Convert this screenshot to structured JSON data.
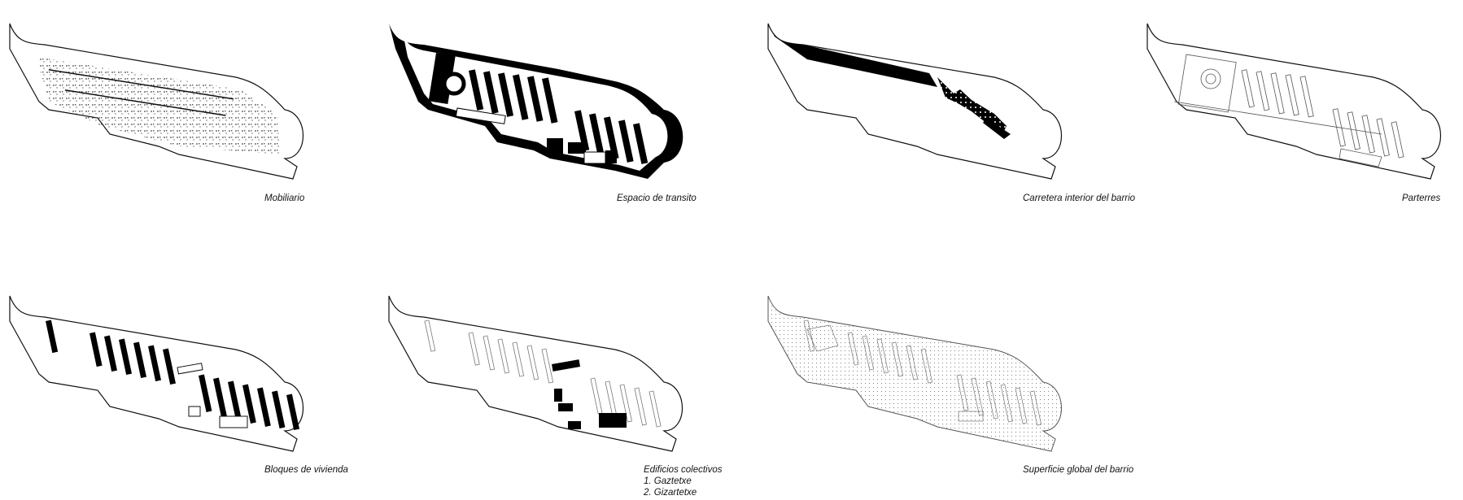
{
  "diagrams": [
    {
      "id": "mobiliario",
      "caption": "Mobiliario"
    },
    {
      "id": "espacio-transito",
      "caption": "Espacio de transito"
    },
    {
      "id": "carretera",
      "caption": "Carretera interior del barrio"
    },
    {
      "id": "parterres",
      "caption": "Parterres"
    },
    {
      "id": "bloques",
      "caption": "Bloques de vivienda"
    },
    {
      "id": "edificios",
      "caption": "Edificios colectivos",
      "items": [
        "1. Gaztetxe",
        "2. Gizartetxe"
      ]
    },
    {
      "id": "superficie",
      "caption": "Superficie global del barrio"
    }
  ],
  "colors": {
    "ink": "#111111",
    "fill": "#000000",
    "texture": "#cfcfcf"
  }
}
